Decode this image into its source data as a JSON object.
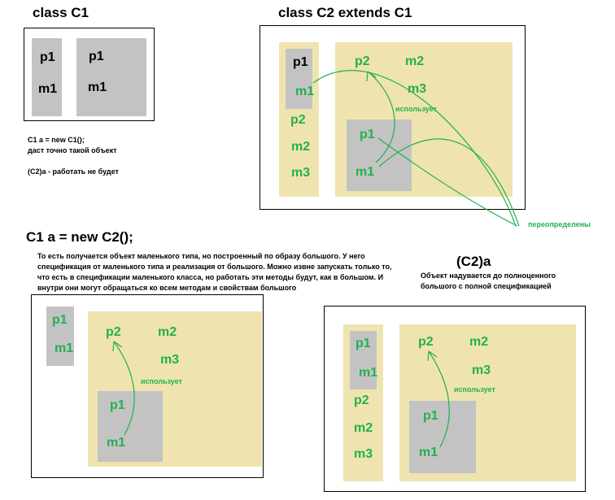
{
  "c1": {
    "title": "class C1",
    "small": {
      "p": "p1",
      "m": "m1"
    },
    "big": {
      "p": "p1",
      "m": "m1"
    },
    "notes": [
      "C1 a = new C1();",
      "даст точно такой объект",
      "(C2)a - работать не будет"
    ]
  },
  "c2": {
    "title": "class C2 extends C1",
    "left": {
      "p1": "p1",
      "m1": "m1",
      "p2": "p2",
      "m2": "m2",
      "m3": "m3"
    },
    "right": {
      "p2": "p2",
      "m2": "m2",
      "m3": "m3",
      "uses": "использует",
      "p1": "p1",
      "m1": "m1"
    },
    "overridden": "переопределены"
  },
  "assign": {
    "heading": "C1 a = new C2();",
    "description": "То есть получается объект маленького типа, но построенный по образу большого. У него спецификация от маленького типа и реализация от большого. Можно извне запускать только то, что есть в спецификации маленького класса, но работать эти методы будут, как в большом. И внутри они могут обращаться ко всем методам и свойствам большого",
    "left": {
      "p1": "p1",
      "m1": "m1"
    },
    "right": {
      "p2": "p2",
      "m2": "m2",
      "m3": "m3",
      "uses": "использует",
      "p1": "p1",
      "m1": "m1"
    }
  },
  "cast": {
    "heading": "(C2)a",
    "description": "Объект надувается до полноценного большого с полной спецификацией",
    "left": {
      "p1": "p1",
      "m1": "m1",
      "p2": "p2",
      "m2": "m2",
      "m3": "m3"
    },
    "right": {
      "p2": "p2",
      "m2": "m2",
      "m3": "m3",
      "uses": "использует",
      "p1": "p1",
      "m1": "m1"
    }
  },
  "colors": {
    "gray": "#c3c3c3",
    "beige": "#efe4b0",
    "green": "#22b14c"
  }
}
